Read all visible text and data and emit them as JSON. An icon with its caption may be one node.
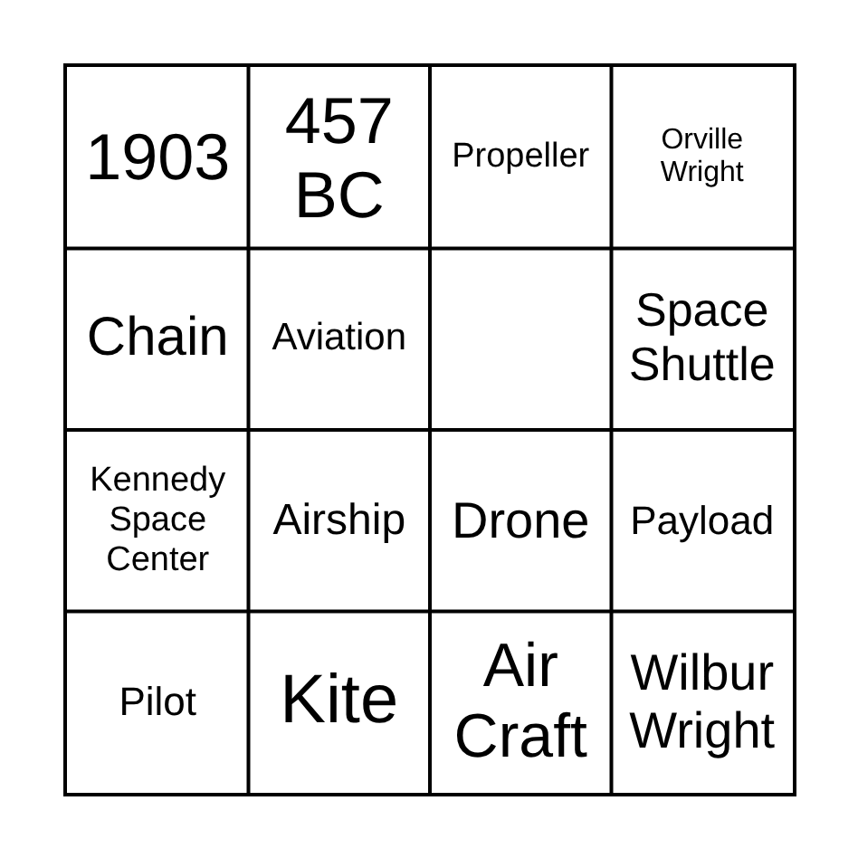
{
  "diagram": {
    "labels": [
      "1903",
      "457 BC",
      "Propeller",
      "Orville Wright",
      "Chain",
      "Aviation",
      "Space Shuttle",
      "Kennedy Space Center",
      "Airship",
      "Drone",
      "Payload",
      "Pilot",
      "Kite",
      "Air Craft",
      "Wilbur Wright"
    ]
  }
}
